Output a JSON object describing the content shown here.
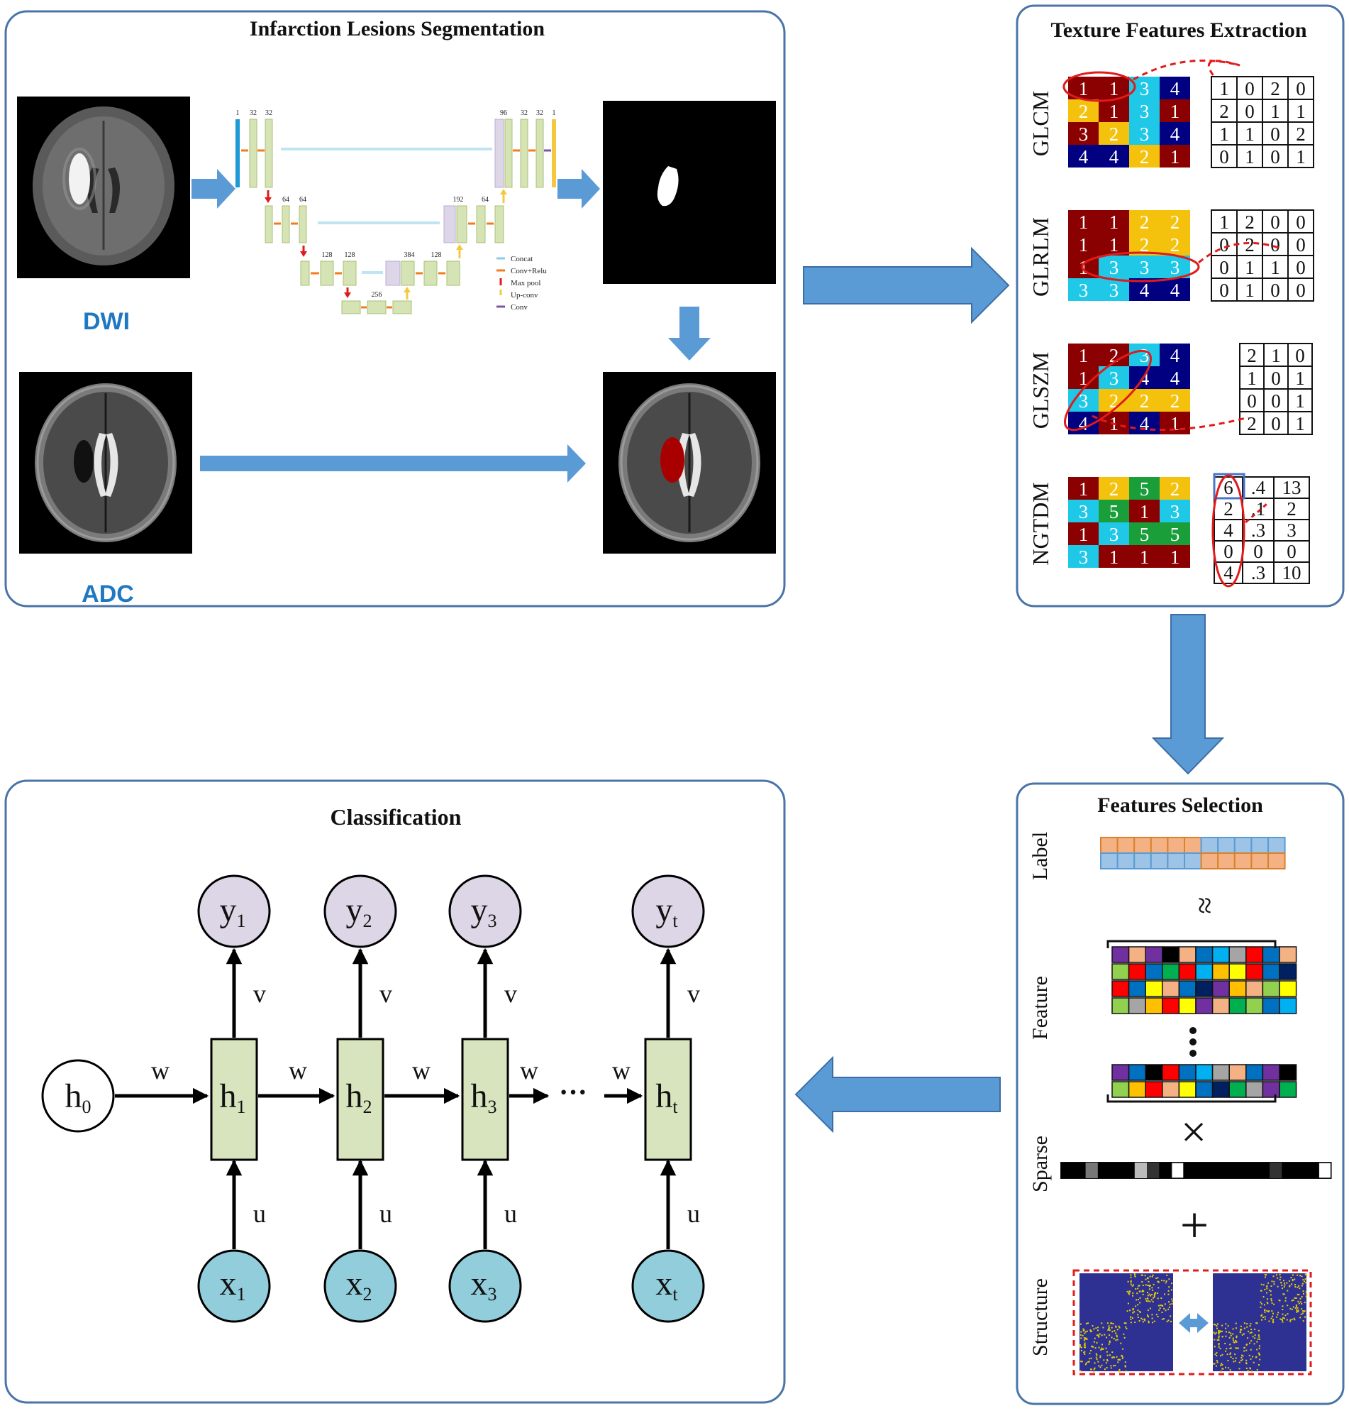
{
  "panels": {
    "segmentation": {
      "title": "Infarction Lesions Segmentation",
      "dwi_label": "DWI",
      "adc_label": "ADC"
    },
    "texture": {
      "title": "Texture Features Extraction"
    },
    "selection": {
      "title": "Features Selection",
      "labels": [
        "Label",
        "Feature",
        "Sparse",
        "Structure"
      ]
    },
    "classification": {
      "title": "Classification"
    }
  },
  "unet": {
    "enc1": [
      "1",
      "32",
      "32"
    ],
    "enc2": [
      "64",
      "64"
    ],
    "enc3": [
      "128",
      "128"
    ],
    "bottom": "256",
    "dec3": [
      "384",
      "128"
    ],
    "dec2": [
      "192",
      "64"
    ],
    "dec1": [
      "96",
      "32",
      "32",
      "1"
    ],
    "legend": [
      "Concat",
      "Conv+Relu",
      "Max pool",
      "Up-conv",
      "Conv"
    ]
  },
  "texture_blocks": [
    {
      "name": "GLCM",
      "grid": [
        [
          "1",
          "1",
          "3",
          "4"
        ],
        [
          "2",
          "1",
          "3",
          "1"
        ],
        [
          "3",
          "2",
          "3",
          "4"
        ],
        [
          "4",
          "4",
          "2",
          "1"
        ]
      ],
      "colors": [
        [
          "#8b0000",
          "#8b0000",
          "#1ec8e6",
          "#000080"
        ],
        [
          "#f4c20d",
          "#8b0000",
          "#1ec8e6",
          "#8b0000"
        ],
        [
          "#8b0000",
          "#f4c20d",
          "#1ec8e6",
          "#000080"
        ],
        [
          "#000080",
          "#000080",
          "#f4c20d",
          "#8b0000"
        ]
      ],
      "matrix": [
        [
          "1",
          "0",
          "2",
          "0"
        ],
        [
          "2",
          "0",
          "1",
          "1"
        ],
        [
          "1",
          "1",
          "0",
          "2"
        ],
        [
          "0",
          "1",
          "0",
          "1"
        ]
      ]
    },
    {
      "name": "GLRLM",
      "grid": [
        [
          "1",
          "1",
          "2",
          "2"
        ],
        [
          "1",
          "1",
          "2",
          "2"
        ],
        [
          "1",
          "3",
          "3",
          "3"
        ],
        [
          "3",
          "3",
          "4",
          "4"
        ]
      ],
      "colors": [
        [
          "#8b0000",
          "#8b0000",
          "#f4c20d",
          "#f4c20d"
        ],
        [
          "#8b0000",
          "#8b0000",
          "#f4c20d",
          "#f4c20d"
        ],
        [
          "#8b0000",
          "#1ec8e6",
          "#1ec8e6",
          "#1ec8e6"
        ],
        [
          "#1ec8e6",
          "#1ec8e6",
          "#000080",
          "#000080"
        ]
      ],
      "matrix": [
        [
          "1",
          "2",
          "0",
          "0"
        ],
        [
          "0",
          "2",
          "0",
          "0"
        ],
        [
          "0",
          "1",
          "1",
          "0"
        ],
        [
          "0",
          "1",
          "0",
          "0"
        ]
      ]
    },
    {
      "name": "GLSZM",
      "grid": [
        [
          "1",
          "2",
          "3",
          "4"
        ],
        [
          "1",
          "3",
          "4",
          "4"
        ],
        [
          "3",
          "2",
          "2",
          "2"
        ],
        [
          "4",
          "1",
          "4",
          "1"
        ]
      ],
      "colors": [
        [
          "#8b0000",
          "#8b0000",
          "#1ec8e6",
          "#000080"
        ],
        [
          "#8b0000",
          "#1ec8e6",
          "#000080",
          "#000080"
        ],
        [
          "#1ec8e6",
          "#f4c20d",
          "#f4c20d",
          "#f4c20d"
        ],
        [
          "#000080",
          "#8b0000",
          "#000080",
          "#8b0000"
        ]
      ],
      "matrix": [
        [
          "2",
          "1",
          "0"
        ],
        [
          "1",
          "0",
          "1"
        ],
        [
          "0",
          "0",
          "1"
        ],
        [
          "2",
          "0",
          "1"
        ]
      ]
    },
    {
      "name": "NGTDM",
      "grid": [
        [
          "1",
          "2",
          "5",
          "2"
        ],
        [
          "3",
          "5",
          "1",
          "3"
        ],
        [
          "1",
          "3",
          "5",
          "5"
        ],
        [
          "3",
          "1",
          "1",
          "1"
        ]
      ],
      "colors": [
        [
          "#8b0000",
          "#f4c20d",
          "#1a9e3a",
          "#f4c20d"
        ],
        [
          "#1ec8e6",
          "#1a9e3a",
          "#8b0000",
          "#1ec8e6"
        ],
        [
          "#8b0000",
          "#1ec8e6",
          "#1a9e3a",
          "#1a9e3a"
        ],
        [
          "#1ec8e6",
          "#8b0000",
          "#8b0000",
          "#8b0000"
        ]
      ],
      "matrix": [
        [
          "6",
          ".4",
          "13"
        ],
        [
          "2",
          ".1",
          "2"
        ],
        [
          "4",
          ".3",
          "3"
        ],
        [
          "0",
          "0",
          "0"
        ],
        [
          "4",
          ".3",
          "10"
        ]
      ]
    }
  ],
  "rnn": {
    "h": [
      "h0",
      "h1",
      "h2",
      "h3",
      "ht"
    ],
    "x": [
      "x1",
      "x2",
      "x3",
      "xt"
    ],
    "y": [
      "y1",
      "y2",
      "y3",
      "yt"
    ],
    "w_label": "w",
    "u_label": "u",
    "v_label": "v",
    "ellipsis": "···"
  },
  "selection": {
    "times": "×",
    "plus": "+",
    "approx": "≈"
  },
  "colors": {
    "flow_arrow": "#5b9bd5",
    "panel_border": "#4a74a8",
    "hidden_fill": "#d7e4bd",
    "input_fill": "#92cddc",
    "output_fill": "#ddd6e6",
    "heatmap_bg": "#2e3192",
    "heatmap_dot": "#e8d100"
  }
}
